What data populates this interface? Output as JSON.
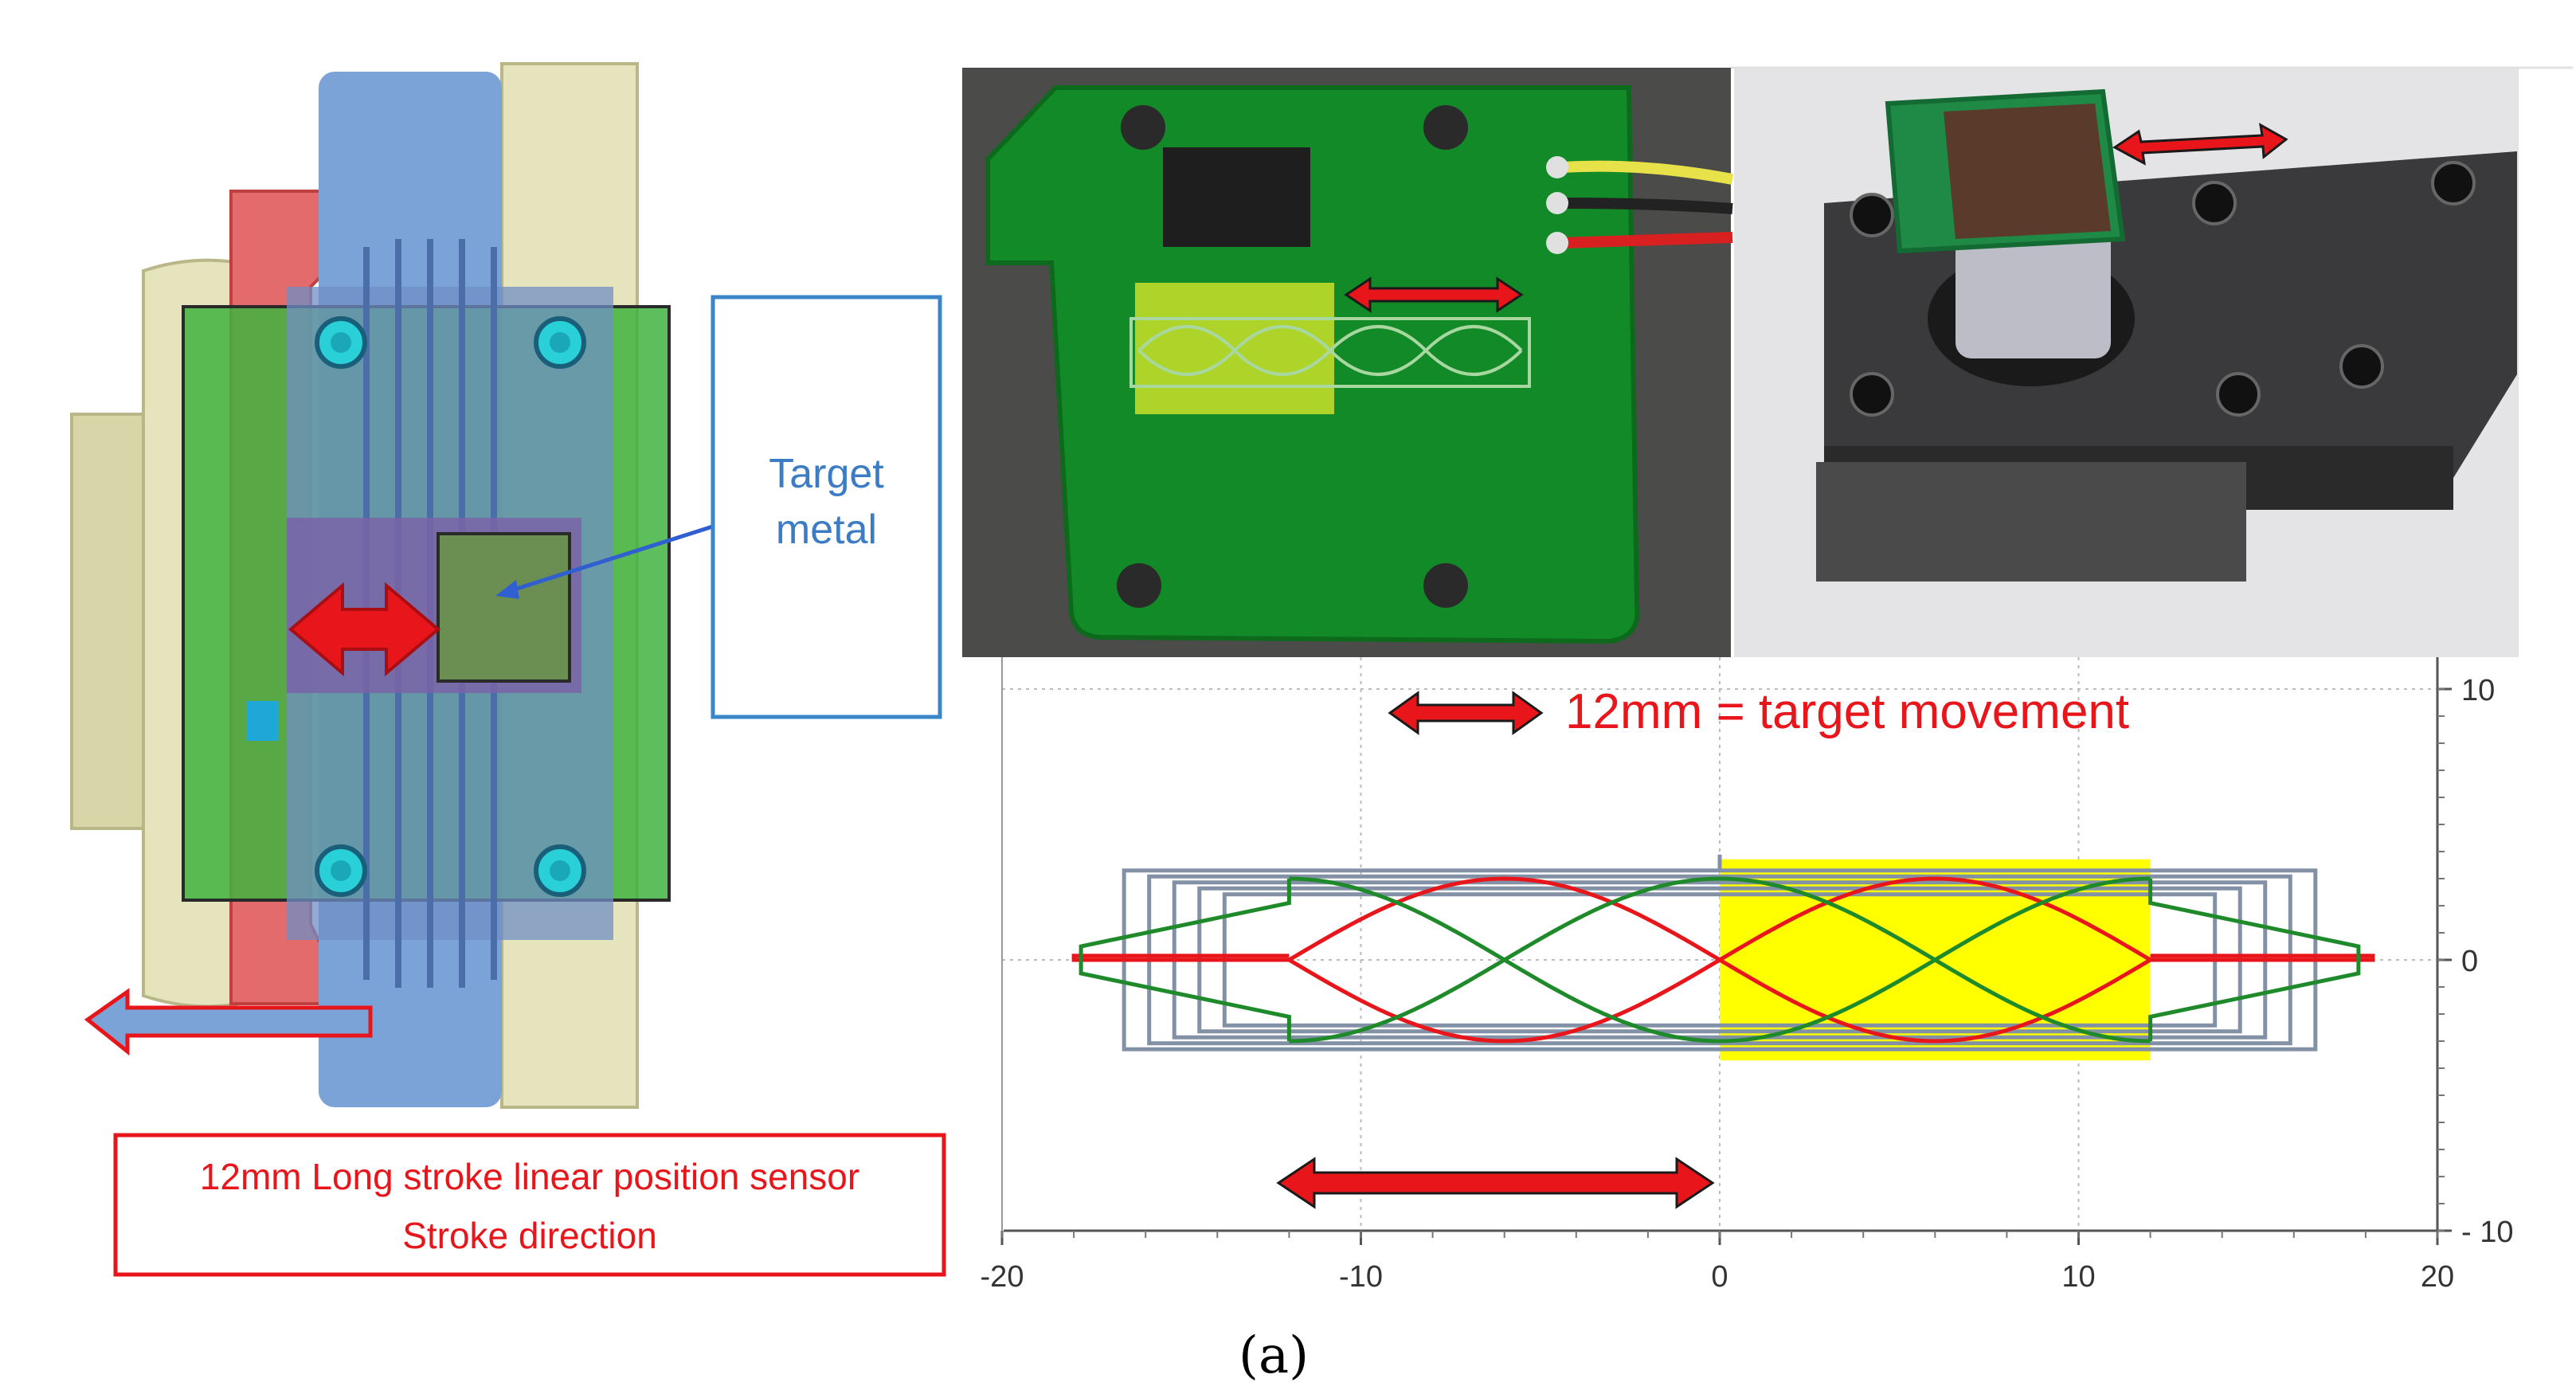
{
  "sensor_assembly": {
    "target_label_line1": "Target",
    "target_label_line2": "metal",
    "caption_line1": "12mm Long stroke linear position sensor",
    "caption_line2": "Stroke direction"
  },
  "plot": {
    "annotation": "12mm = target movement",
    "x_ticks": [
      "-20",
      "-10",
      "0",
      "10",
      "20"
    ],
    "y_ticks": [
      "10",
      "0",
      "- 10"
    ],
    "colors": {
      "sine_coil": "#e8161b",
      "cosine_coil": "#1e8a2a",
      "excitation_coil": "#8391a6",
      "target_area": "#ffff00",
      "arrow": "#e8161b"
    }
  },
  "figure_label": "(a)"
}
